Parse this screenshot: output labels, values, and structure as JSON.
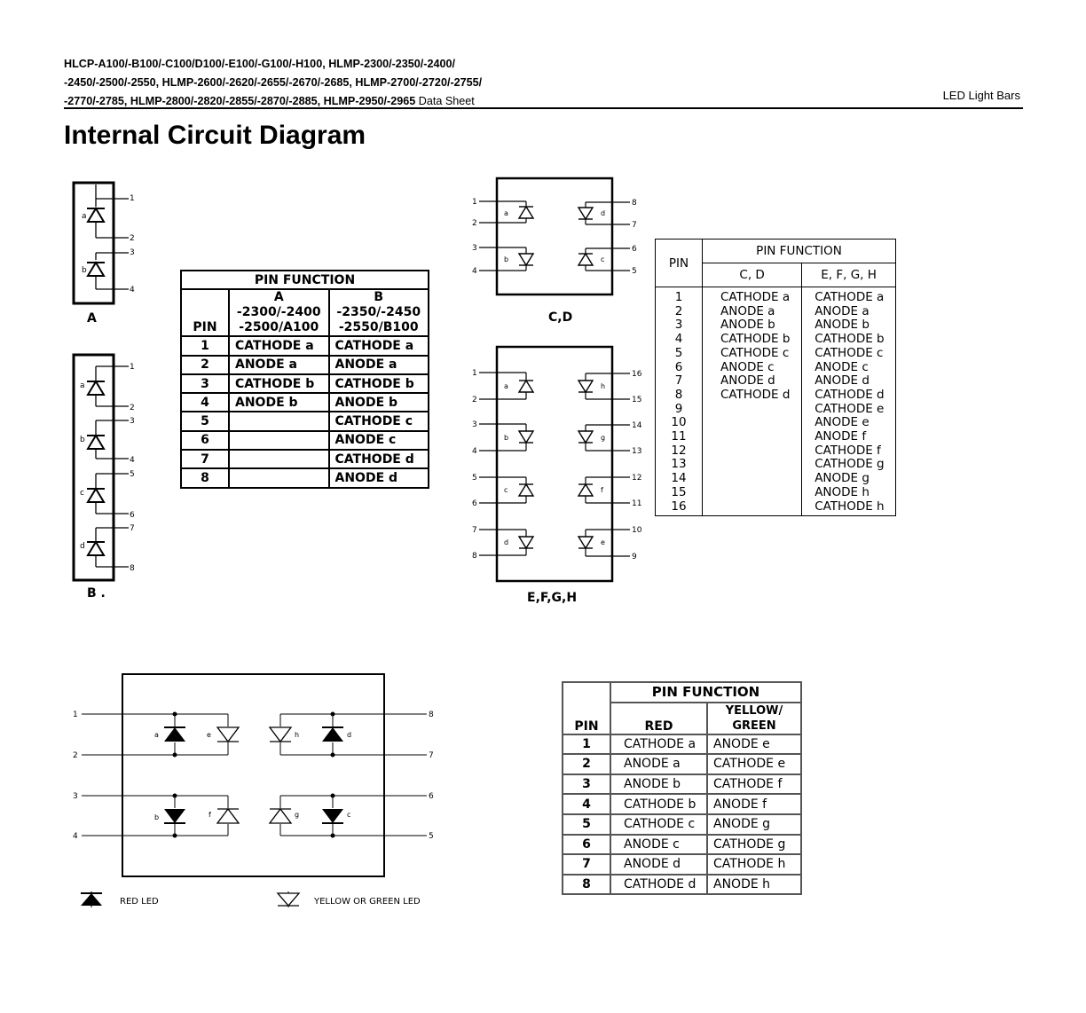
{
  "header": {
    "line1": "HLCP-A100/-B100/-C100/D100/-E100/-G100/-H100, HLMP-2300/-2350/-2400/",
    "line2": "-2450/-2500/-2550, HLMP-2600/-2620/-2655/-2670/-2685, HLMP-2700/-2720/-2755/",
    "line3": "-2770/-2785, HLMP-2800/-2820/-2855/-2870/-2885, HLMP-2950/-2965",
    "doc_type": "Data Sheet",
    "right_title": "LED Light Bars"
  },
  "title": "Internal Circuit Diagram",
  "diagram_labels": {
    "a": "A",
    "b": "B .",
    "cd": "C,D",
    "efgh": "E,F,G,H"
  },
  "table_ab": {
    "title": "PIN FUNCTION",
    "pin_header": "PIN",
    "col_a": [
      "A",
      "-2300/-2400",
      "-2500/A100"
    ],
    "col_b": [
      "B",
      "-2350/-2450",
      "-2550/B100"
    ],
    "rows": [
      {
        "pin": "1",
        "a": "CATHODE a",
        "b": "CATHODE a"
      },
      {
        "pin": "2",
        "a": "ANODE a",
        "b": "ANODE a"
      },
      {
        "pin": "3",
        "a": "CATHODE b",
        "b": "CATHODE b"
      },
      {
        "pin": "4",
        "a": "ANODE b",
        "b": "ANODE b"
      },
      {
        "pin": "5",
        "a": "",
        "b": "CATHODE c"
      },
      {
        "pin": "6",
        "a": "",
        "b": "ANODE c"
      },
      {
        "pin": "7",
        "a": "",
        "b": "CATHODE d"
      },
      {
        "pin": "8",
        "a": "",
        "b": "ANODE d"
      }
    ]
  },
  "table_cdefgh": {
    "title": "PIN FUNCTION",
    "pin_header": "PIN",
    "col1": "C, D",
    "col2": "E, F, G, H",
    "pins": [
      "1",
      "2",
      "3",
      "4",
      "5",
      "6",
      "7",
      "8",
      "9",
      "10",
      "11",
      "12",
      "13",
      "14",
      "15",
      "16"
    ],
    "cd": [
      "CATHODE a",
      "ANODE a",
      "ANODE b",
      "CATHODE b",
      "CATHODE c",
      "ANODE c",
      "ANODE d",
      "CATHODE d"
    ],
    "efgh": [
      "CATHODE a",
      "ANODE a",
      "ANODE b",
      "CATHODE b",
      "CATHODE c",
      "ANODE c",
      "ANODE d",
      "CATHODE d",
      "CATHODE e",
      "ANODE e",
      "ANODE f",
      "CATHODE f",
      "CATHODE g",
      "ANODE g",
      "ANODE h",
      "CATHODE h"
    ]
  },
  "table_bicolor": {
    "title": "PIN FUNCTION",
    "pin_header": "PIN",
    "col1": "RED",
    "col2": "YELLOW/ GREEN",
    "rows": [
      {
        "pin": "1",
        "red": "CATHODE a",
        "yg": "ANODE e"
      },
      {
        "pin": "2",
        "red": "ANODE a",
        "yg": "CATHODE e"
      },
      {
        "pin": "3",
        "red": "ANODE b",
        "yg": "CATHODE f"
      },
      {
        "pin": "4",
        "red": "CATHODE b",
        "yg": "ANODE f"
      },
      {
        "pin": "5",
        "red": "CATHODE c",
        "yg": "ANODE g"
      },
      {
        "pin": "6",
        "red": "ANODE c",
        "yg": "CATHODE g"
      },
      {
        "pin": "7",
        "red": "ANODE d",
        "yg": "CATHODE h"
      },
      {
        "pin": "8",
        "red": "CATHODE d",
        "yg": "ANODE h"
      }
    ]
  },
  "legend": {
    "red": "RED LED",
    "yg": "YELLOW OR GREEN LED"
  }
}
